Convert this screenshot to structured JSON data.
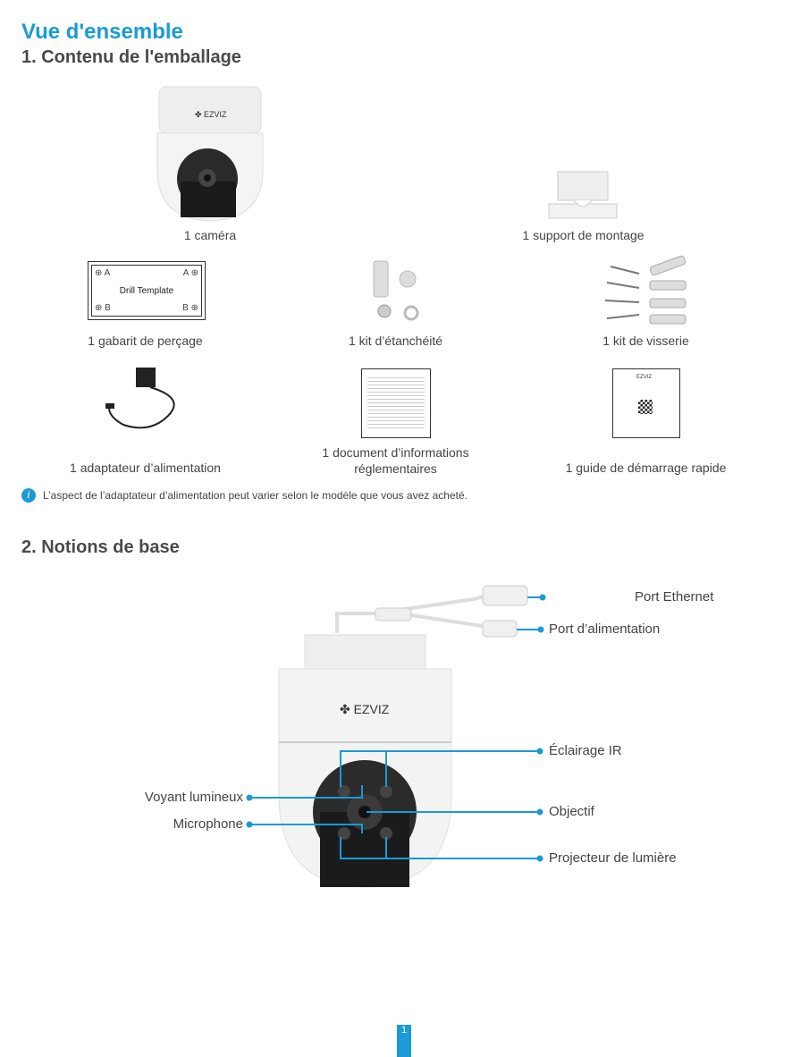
{
  "title": "Vue d'ensemble",
  "section1": {
    "heading": "1. Contenu de l'emballage",
    "items": [
      {
        "label": "1 caméra"
      },
      {
        "label": "1 support de montage"
      },
      {
        "label": "1 gabarit de perçage"
      },
      {
        "label": "1 kit d’étanchéité"
      },
      {
        "label": "1 kit de visserie"
      },
      {
        "label": "1 adaptateur d’alimentation"
      },
      {
        "label": "1 document d’informations réglementaires"
      },
      {
        "label": "1 guide de démarrage rapide"
      }
    ],
    "drill_template": {
      "title": "Drill Template",
      "a": "A",
      "b": "B"
    },
    "brand": "EZVIZ",
    "note": "L’aspect de l’adaptateur d’alimentation peut varier selon le modèle que vous avez acheté.",
    "note_icon": "info-icon"
  },
  "section2": {
    "heading": "2. Notions de base",
    "callouts": {
      "ethernet": "Port Ethernet",
      "power": "Port d’alimentation",
      "ir": "Éclairage IR",
      "led": "Voyant lumineux",
      "lens": "Objectif",
      "mic": "Microphone",
      "spotlight": "Projecteur de lumière"
    }
  },
  "page_number": "1",
  "colors": {
    "accent": "#1a9ad6"
  }
}
